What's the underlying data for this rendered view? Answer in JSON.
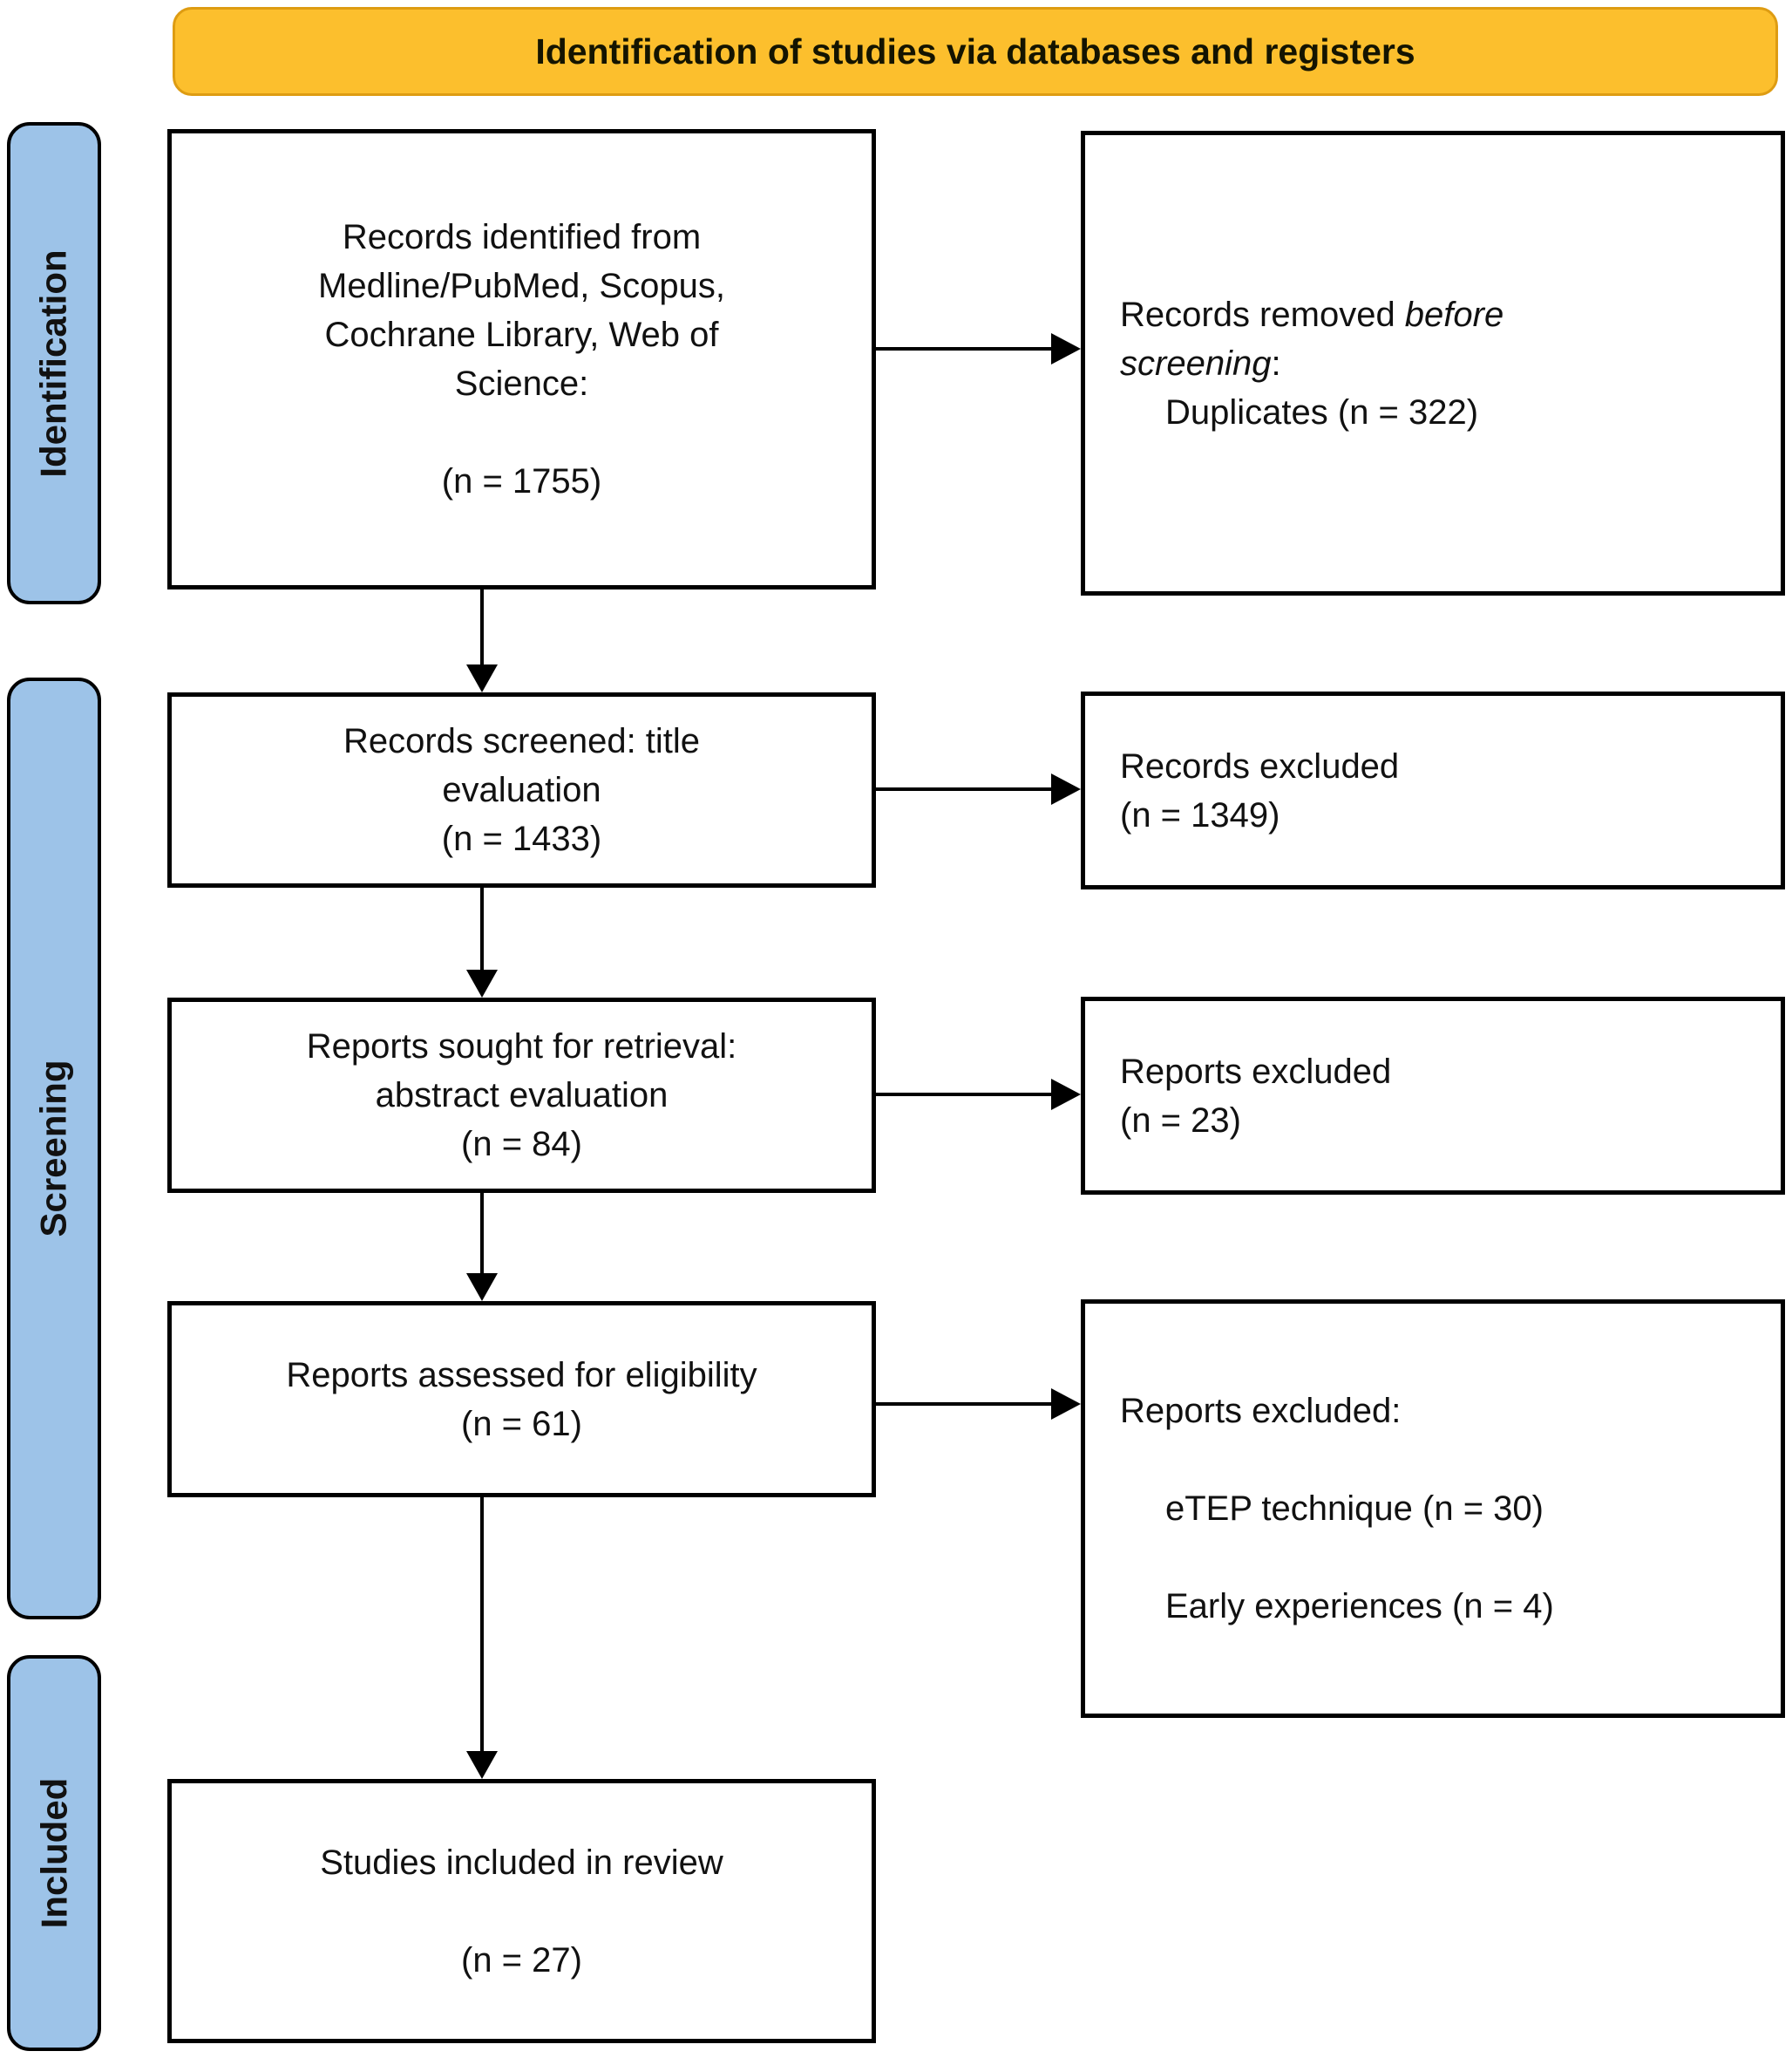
{
  "banner": {
    "title": "Identification of studies via databases and registers"
  },
  "sidebar": {
    "identification_label": "Identification",
    "screening_label": "Screening",
    "included_label": "Included"
  },
  "flow": {
    "identified": "Records identified from\nMedline/PubMed, Scopus,\nCochrane Library, Web of\nScience:\n\n(n = 1755)",
    "screened": "Records screened: title\nevaluation\n(n = 1433)",
    "sought": "Reports sought for retrieval:\nabstract evaluation\n(n = 84)",
    "assessed": "Reports assessed for eligibility\n(n = 61)",
    "included": "Studies included in review\n\n(n = 27)"
  },
  "exclusions": {
    "removed_prefix": "Records removed ",
    "removed_italic": "before\nscreening",
    "removed_suffix": ":",
    "removed_detail": "Duplicates (n = 322)",
    "records_excluded": "Records excluded\n(n = 1349)",
    "reports_excluded": "Reports excluded\n(n = 23)",
    "reasons_title": "Reports excluded:",
    "reasons": [
      "eTEP technique (n = 30)",
      "Early experiences (n = 4)"
    ]
  },
  "colors": {
    "banner_fill": "#FCBF2D",
    "banner_border": "#DE9C12",
    "stage_fill": "#9DC3E8",
    "box_border": "#000000"
  }
}
